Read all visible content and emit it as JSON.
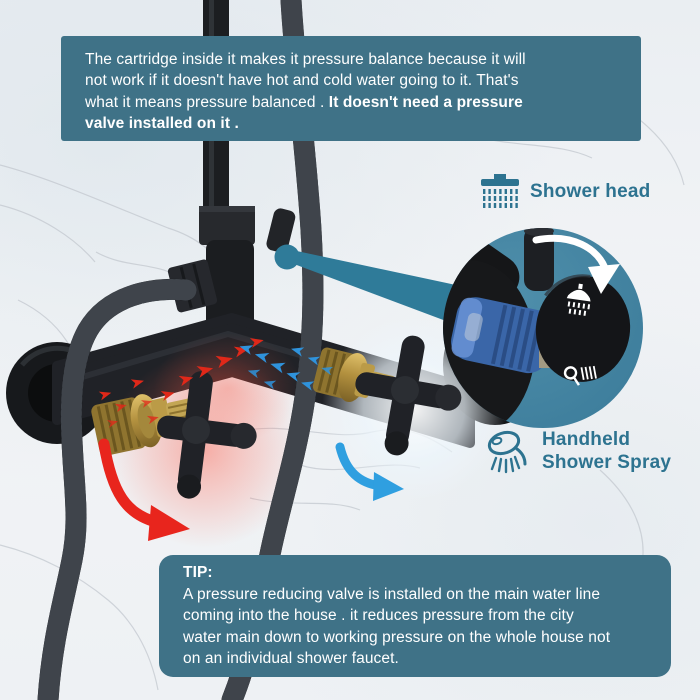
{
  "colors": {
    "banner_teal": "#3f7287",
    "inset_teal": "#4683a0",
    "callout_teal": "#2f7b99",
    "label_teal": "#2d7390",
    "hot_red": "#e8251d",
    "cold_blue": "#2f9fe0",
    "faucet_black": "#1b1d20",
    "brass": "#c9a852",
    "cartridge_blue": "#3a66a8",
    "background": "#eef1f4"
  },
  "top_banner": {
    "lines": [
      {
        "regular": "The cartridge inside it makes it pressure balance because it will",
        "bold": ""
      },
      {
        "regular": "not work if it doesn't have hot and cold water going to it. That's",
        "bold": ""
      },
      {
        "regular": "what it means pressure balanced . ",
        "bold": "It doesn't need a pressure"
      },
      {
        "regular": "",
        "bold": "valve installed on it ."
      }
    ]
  },
  "callouts": {
    "shower_head": {
      "label": "Shower head",
      "icon": "rain-shower-icon"
    },
    "handheld": {
      "label_line1": "Handheld",
      "label_line2": "Shower Spray",
      "icon": "handheld-shower-icon"
    }
  },
  "inset": {
    "description_icons": [
      "rain-shower-icon",
      "handheld-shower-icon"
    ],
    "rotate_icon": "rotate-arrow-icon"
  },
  "flow_arrows": {
    "hot": "hot-water-flow-arrows",
    "cold": "cold-water-flow-arrows"
  },
  "tip_banner": {
    "heading": "TIP:",
    "lines": [
      "A pressure reducing valve is installed on the main water line",
      "coming into the house . it reduces pressure from the city",
      "water main down to working pressure on the whole house not",
      "on an individual shower faucet."
    ]
  }
}
